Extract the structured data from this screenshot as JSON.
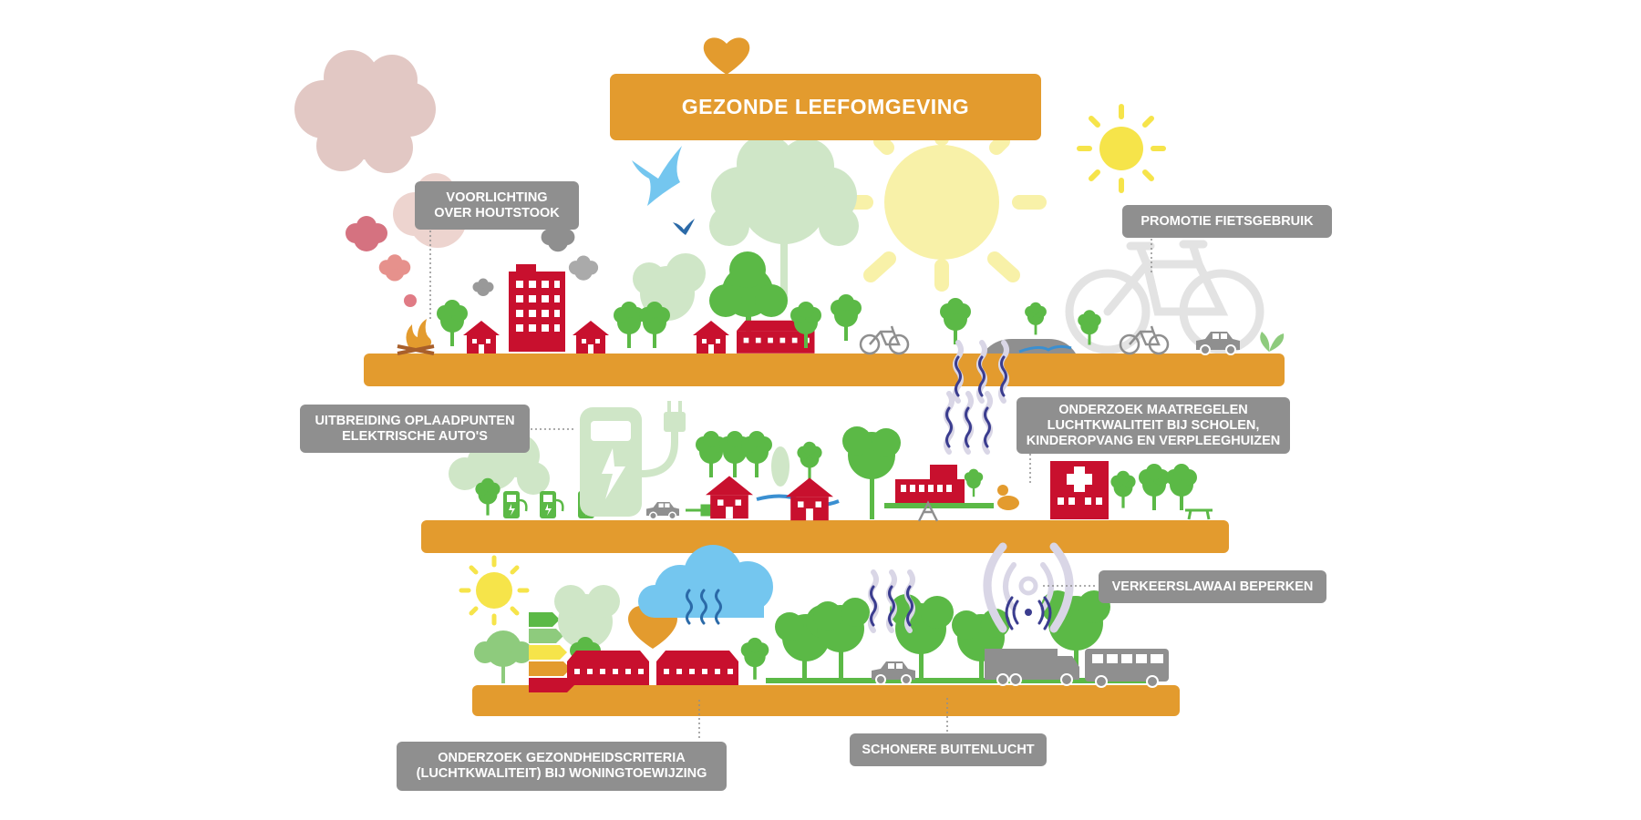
{
  "title": "GEZONDE LEEFOMGEVING",
  "labels": {
    "houtstook": [
      "VOORLICHTING",
      "OVER HOUTSTOOK"
    ],
    "fietsgebruik": [
      "PROMOTIE FIETSGEBRUIK"
    ],
    "oplaadpunten": [
      "UITBREIDING OPLAADPUNTEN",
      "ELEKTRISCHE AUTO'S"
    ],
    "maatregelen": [
      "ONDERZOEK MAATREGELEN",
      "LUCHTKWALITEIT BIJ SCHOLEN,",
      "KINDEROPVANG EN VERPLEEGHUIZEN"
    ],
    "verkeerslawaai": [
      "VERKEERSLAWAAI BEPERKEN"
    ],
    "gezondheidscriteria": [
      "ONDERZOEK GEZONDHEIDSCRITERIA",
      "(LUCHTKWALITEIT) BIJ WONINGTOEWIJZING"
    ],
    "buitenlucht": [
      "SCHONERE BUITENLUCHT"
    ]
  },
  "colors": {
    "orange": "#e39b2e",
    "label_gray": "#8f8f8f",
    "red_building": "#c8102e",
    "tree_green": "#5bb946",
    "light_green": "#cfe6c7",
    "sun_yellow": "#f6e44a",
    "pale_sun": "#f8f1a8",
    "sky_blue": "#74c6ef",
    "smoke_pink": "#e2c8c4"
  }
}
